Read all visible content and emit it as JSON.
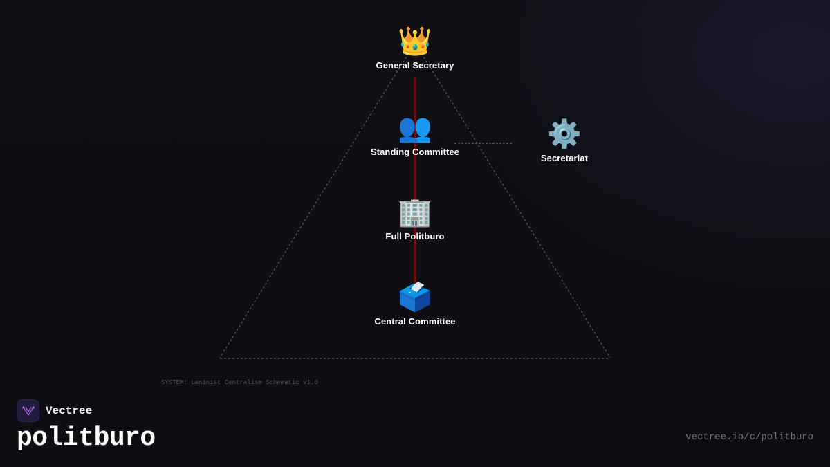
{
  "diagram": {
    "nodes": [
      {
        "id": "general-secretary",
        "icon": "crown-icon",
        "glyph": "👑",
        "label": "General Secretary"
      },
      {
        "id": "standing-committee",
        "icon": "people-icon",
        "glyph": "👥",
        "label": "Standing Committee"
      },
      {
        "id": "full-politburo",
        "icon": "office-building-icon",
        "glyph": "🏢",
        "label": "Full Politburo"
      },
      {
        "id": "central-committee",
        "icon": "ballot-box-icon",
        "glyph": "🗳️",
        "label": "Central Committee"
      },
      {
        "id": "secretariat",
        "icon": "gear-icon",
        "glyph": "⚙️",
        "label": "Secretariat"
      }
    ],
    "hierarchy_line_color": "#8b0000",
    "outline_color": "#5a5a60"
  },
  "caption": "SYSTEM: Leninist Centralism Schematic v1.0",
  "brand": {
    "name": "Vectree",
    "page_name": "politburo",
    "logo_icon": "vectree-logo-icon",
    "logo_color": "#9b59d0"
  },
  "url": "vectree.io/c/politburo"
}
